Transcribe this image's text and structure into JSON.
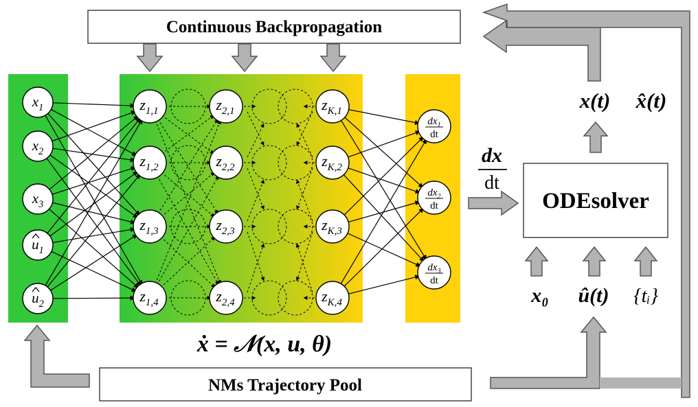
{
  "top_box": {
    "label": "Continuous Backpropagation"
  },
  "bottom_box": {
    "label": "NMs Trajectory Pool"
  },
  "solver_box": {
    "label": "ODEsolver"
  },
  "equation": "ẋ = 𝒩(x, u, θ)",
  "input_nodes": [
    {
      "base": "x",
      "sub": "1",
      "hat": false
    },
    {
      "base": "x",
      "sub": "2",
      "hat": false
    },
    {
      "base": "x",
      "sub": "3",
      "hat": false
    },
    {
      "base": "u",
      "sub": "1",
      "hat": true
    },
    {
      "base": "u",
      "sub": "2",
      "hat": true
    }
  ],
  "hidden_columns": [
    {
      "index": "1",
      "nodes": [
        "1,1",
        "1,2",
        "1,3",
        "1,4"
      ]
    },
    {
      "index": "2",
      "nodes": [
        "2,1",
        "2,2",
        "2,3",
        "2,4"
      ]
    },
    {
      "index": "K",
      "nodes": [
        "K,1",
        "K,2",
        "K,3",
        "K,4"
      ]
    }
  ],
  "output_nodes": [
    {
      "num": "dx",
      "sub": "1",
      "den": "dt"
    },
    {
      "num": "dx",
      "sub": "2",
      "den": "dt"
    },
    {
      "num": "dx",
      "sub": "3",
      "den": "dt"
    }
  ],
  "derivative_label": {
    "num": "dx",
    "den": "dt"
  },
  "solver_outputs": {
    "x_t": "x(t)",
    "xhat_t": "x̂(t)"
  },
  "solver_inputs": {
    "x0": "x₀",
    "uhat_t": "û(t)",
    "ti": "{tᵢ}"
  },
  "colors": {
    "input_layer_bg": "#33c73a",
    "hidden_grad_start": "#33c73a",
    "hidden_grad_end": "#ffd20a",
    "output_layer_bg": "#ffd20a",
    "arrow_fill": "#b3b3b3",
    "arrow_stroke": "#555555"
  }
}
